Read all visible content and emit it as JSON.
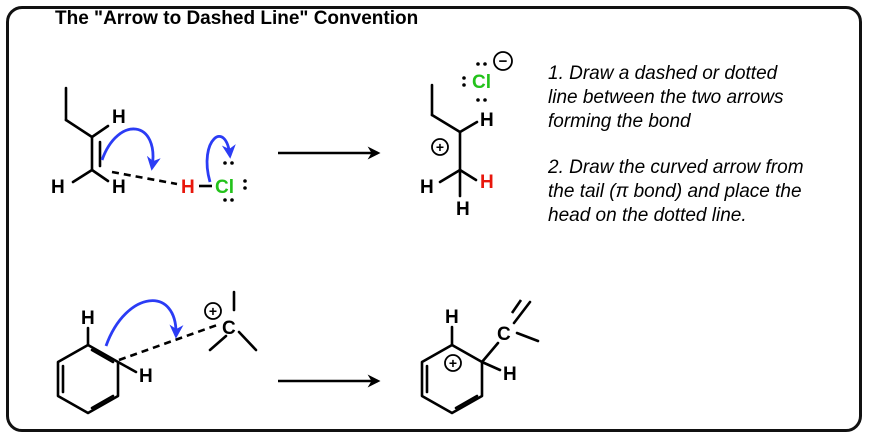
{
  "title": "The \"Arrow to Dashed Line\" Convention",
  "notes": {
    "step1": [
      "1. Draw a dashed or dotted",
      "line between the two arrows",
      "forming the bond"
    ],
    "step2": [
      "2. Draw the curved arrow from",
      "the tail (π bond) and place the",
      "head on the dotted line."
    ]
  },
  "atoms": {
    "h": "H",
    "cl": "Cl",
    "c": "C",
    "plus": "+",
    "minus": "−"
  },
  "colors": {
    "arrow_blue": "#2b3cf5",
    "hydrogen_red": "#e8170c",
    "chlorine_green": "#23c21b",
    "bond_black": "#000000"
  }
}
